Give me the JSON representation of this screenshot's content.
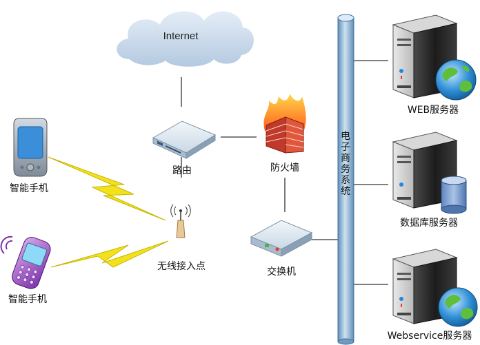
{
  "nodes": {
    "internet": "Internet",
    "router": "路由",
    "firewall": "防火墙",
    "switch": "交换机",
    "ap": "无线接入点",
    "phone1": "智能手机",
    "phone2": "智能手机",
    "backbone": [
      "电",
      "子",
      "商",
      "务",
      "系",
      "统"
    ],
    "web_server": "WEB服务器",
    "db_server": "数据库服务器",
    "ws_server": "Webservice服务器"
  },
  "icons": {
    "cloud": "cloud-icon",
    "router": "router-icon",
    "firewall": "firewall-icon",
    "switch": "switch-icon",
    "antenna": "antenna-icon",
    "phone": "smartphone-icon",
    "server": "server-icon",
    "globe": "globe-icon",
    "database": "database-icon",
    "lightning": "lightning-icon"
  },
  "colors": {
    "line": "#333333",
    "pipe": "#8fb6d8",
    "cloud": "#c9d9ec",
    "bolt": "#f2e21c",
    "server": "#2a2a2a"
  }
}
